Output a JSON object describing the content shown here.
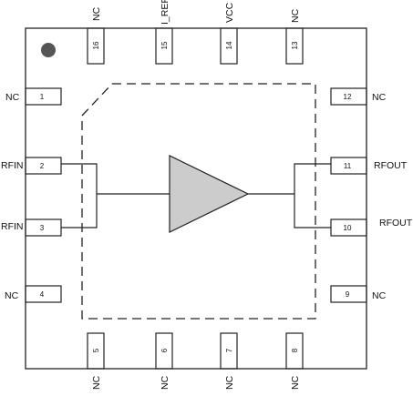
{
  "colors": {
    "outline": "#222222",
    "amplifier_fill": "#cccccc",
    "orientation_dot": "#555555",
    "background": "#ffffff"
  },
  "pins": {
    "p1": {
      "number": "1",
      "label": "NC"
    },
    "p2": {
      "number": "2",
      "label": "RFIN"
    },
    "p3": {
      "number": "3",
      "label": "RFIN"
    },
    "p4": {
      "number": "4",
      "label": "NC"
    },
    "p5": {
      "number": "5",
      "label": "NC"
    },
    "p6": {
      "number": "6",
      "label": "NC"
    },
    "p7": {
      "number": "7",
      "label": "NC"
    },
    "p8": {
      "number": "8",
      "label": "NC"
    },
    "p9": {
      "number": "9",
      "label": "NC"
    },
    "p10": {
      "number": "10",
      "label": "RFOUT"
    },
    "p11": {
      "number": "11",
      "label": "RFOUT"
    },
    "p12": {
      "number": "12",
      "label": "NC"
    },
    "p13": {
      "number": "13",
      "label": "NC"
    },
    "p14": {
      "number": "14",
      "label": "VCC"
    },
    "p15": {
      "number": "15",
      "label": "I_REF"
    },
    "p16": {
      "number": "16",
      "label": "NC"
    }
  }
}
